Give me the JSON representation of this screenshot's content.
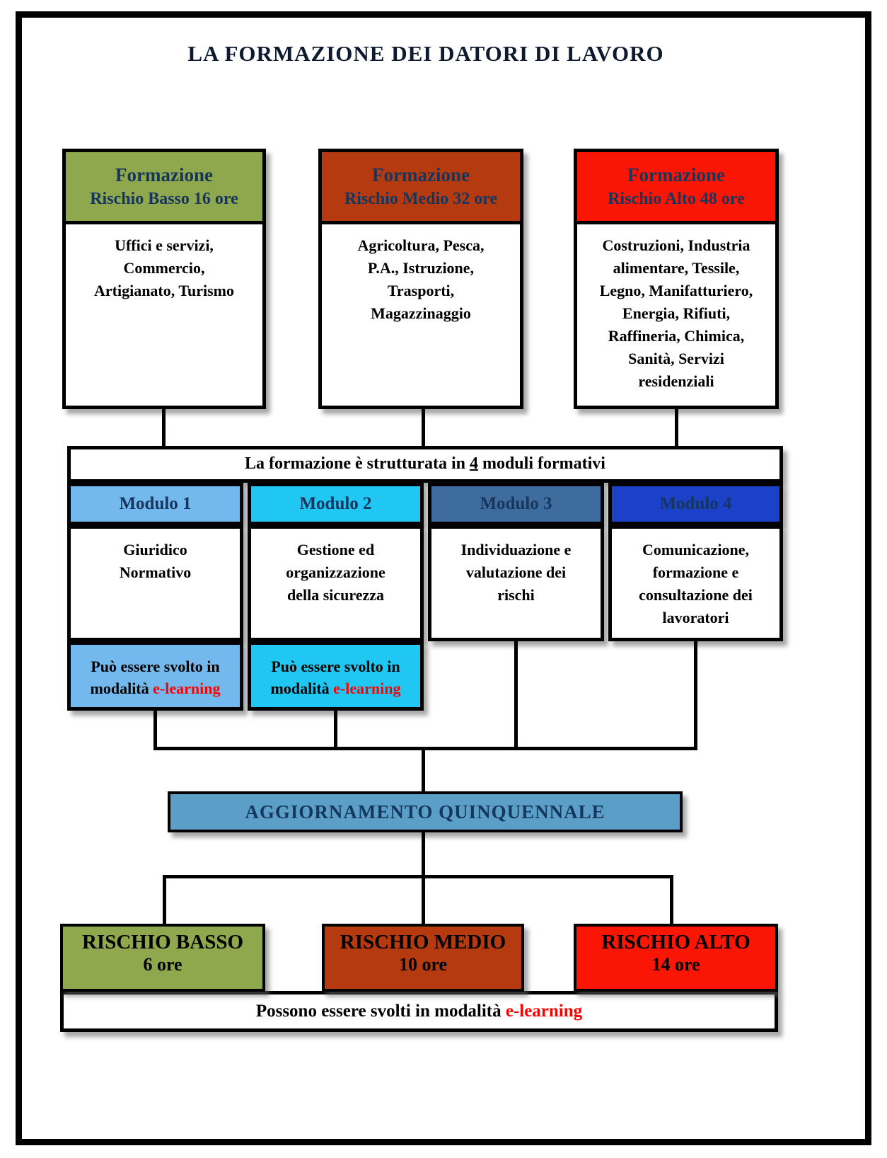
{
  "title": "LA FORMAZIONE DEI DATORI DI LAVORO",
  "risk_boxes": [
    {
      "heading": "Formazione",
      "subheading": "Rischio Basso 16 ore",
      "body": "Uffici e servizi,\nCommercio,\nArtigianato, Turismo",
      "color": "#8FA84E"
    },
    {
      "heading": "Formazione",
      "subheading": "Rischio Medio 32 ore",
      "body": "Agricoltura, Pesca,\nP.A., Istruzione,\nTrasporti,\nMagazzinaggio",
      "color": "#B53A10"
    },
    {
      "heading": "Formazione",
      "subheading": "Rischio Alto 48 ore",
      "body": "Costruzioni, Industria\nalimentare, Tessile,\nLegno, Manifatturiero,\nEnergia, Rifiuti,\nRaffineria, Chimica,\nSanità, Servizi\nresidenziali",
      "color": "#FA1505"
    }
  ],
  "structure_banner": {
    "prefix": "La formazione è strutturata in ",
    "number": "4",
    "suffix": " moduli formativi"
  },
  "modules": [
    {
      "header": "Modulo 1",
      "body": "Giuridico\nNormativo",
      "color": "#74B9EE"
    },
    {
      "header": "Modulo 2",
      "body": "Gestione ed\norganizzazione\ndella sicurezza",
      "color": "#1FC7F2"
    },
    {
      "header": "Modulo 3",
      "body": "Individuazione e\nvalutazione dei\nrischi",
      "color": "#3E6C9E"
    },
    {
      "header": "Modulo 4",
      "body": "Comunicazione,\nformazione e\nconsultazione dei\nlavoratori",
      "color": "#1A41C8"
    }
  ],
  "elearning_notes": [
    {
      "prefix": "Può essere svolto in\nmodalità ",
      "highlight": "e-learning"
    },
    {
      "prefix": "Può essere svolto in\nmodalità ",
      "highlight": "e-learning"
    }
  ],
  "update_banner": "AGGIORNAMENTO QUINQUENNALE",
  "update_boxes": [
    {
      "title": "RISCHIO BASSO",
      "hours": "6 ore",
      "color": "#8FA84E"
    },
    {
      "title": "RISCHIO MEDIO",
      "hours": "10 ore",
      "color": "#B53A10"
    },
    {
      "title": "RISCHIO ALTO",
      "hours": "14 ore",
      "color": "#FA1505"
    }
  ],
  "footer_note": {
    "prefix": "Possono essere svolti in modalità ",
    "highlight": "e-learning"
  },
  "colors": {
    "highlight_red": "#FF0000",
    "navy_text": "#17365D",
    "update_banner_bg": "#5B9FC9",
    "connector_black": "#000000"
  }
}
